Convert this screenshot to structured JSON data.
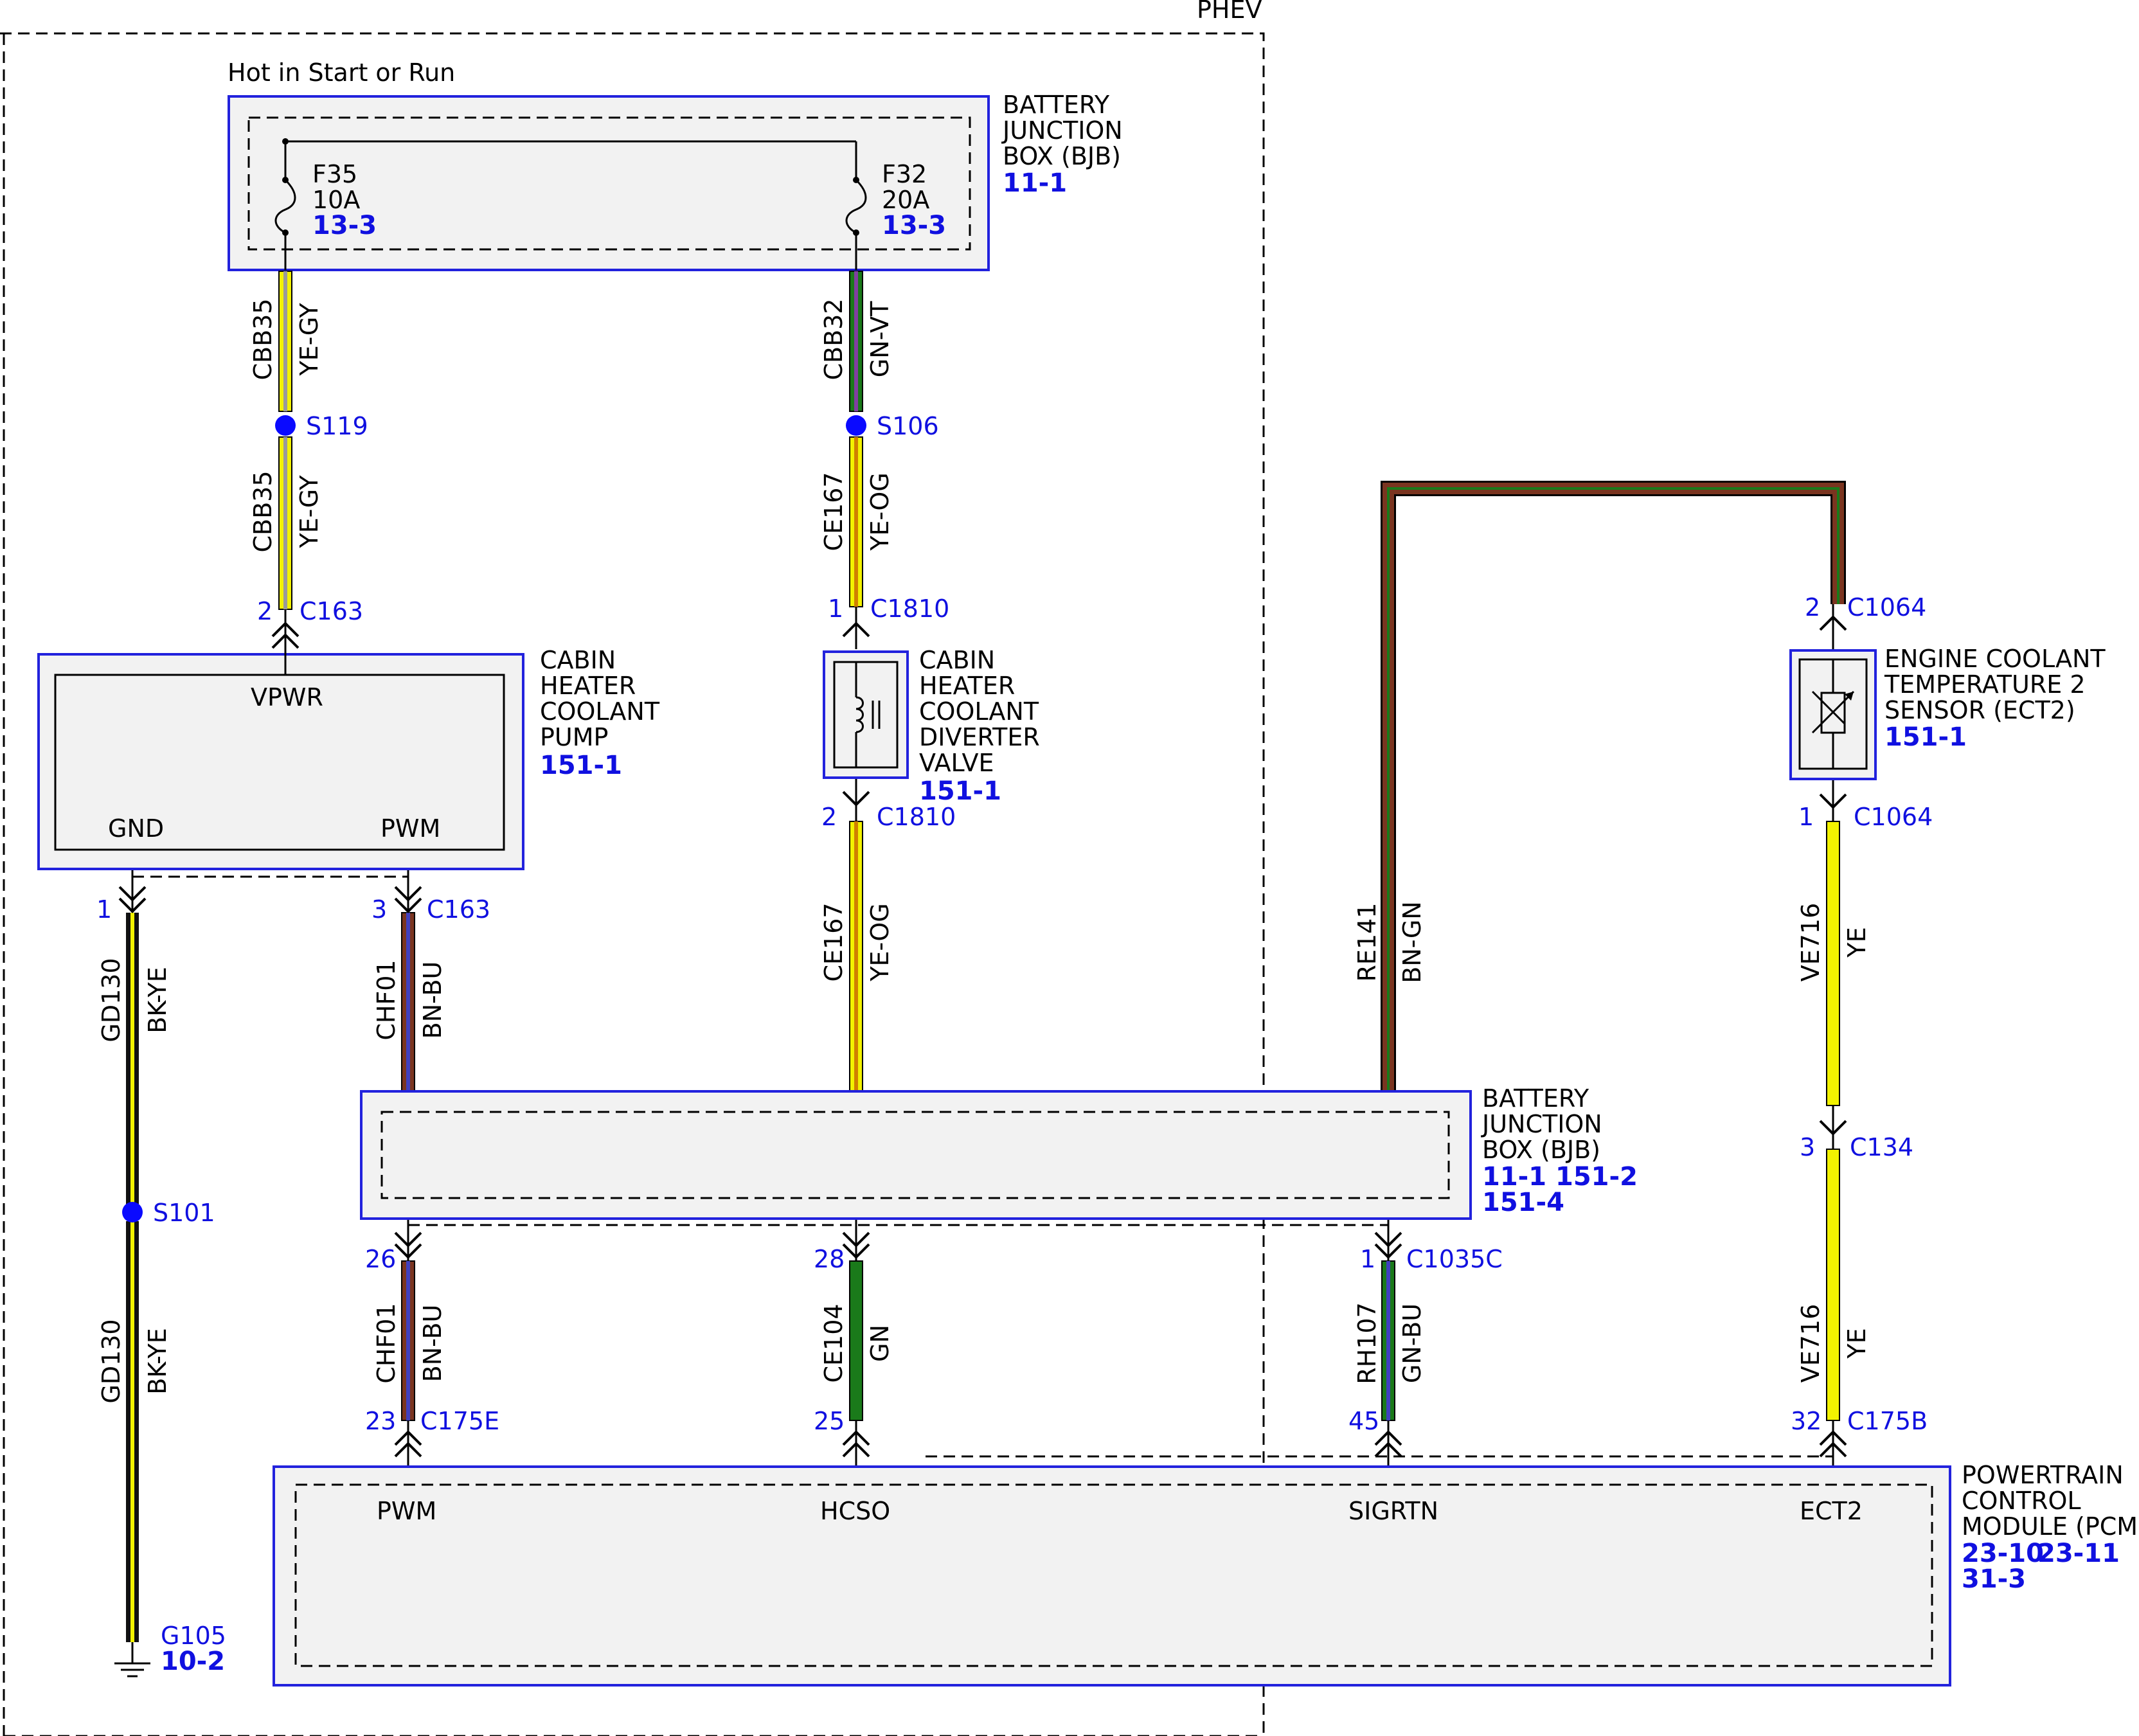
{
  "phev_label": "PHEV",
  "power_source": "Hot in Start or Run",
  "bjb_top": {
    "name_lines": [
      "BATTERY",
      "JUNCTION",
      "BOX (BJB)"
    ],
    "ref": "11-1",
    "fuse_f35": {
      "name": "F35",
      "rating": "10A",
      "ref": "13-3"
    },
    "fuse_f32": {
      "name": "F32",
      "rating": "20A",
      "ref": "13-3"
    }
  },
  "wires": {
    "cbb35_upper": {
      "circuit": "CBB35",
      "color": "YE-GY"
    },
    "cbb35_lower": {
      "circuit": "CBB35",
      "color": "YE-GY"
    },
    "cbb32": {
      "circuit": "CBB32",
      "color": "GN-VT"
    },
    "ce167_upper": {
      "circuit": "CE167",
      "color": "YE-OG"
    },
    "ce167_lower": {
      "circuit": "CE167",
      "color": "YE-OG"
    },
    "gd130_upper": {
      "circuit": "GD130",
      "color": "BK-YE"
    },
    "gd130_lower": {
      "circuit": "GD130",
      "color": "BK-YE"
    },
    "chf01_upper": {
      "circuit": "CHF01",
      "color": "BN-BU"
    },
    "chf01_lower": {
      "circuit": "CHF01",
      "color": "BN-BU"
    },
    "ce104": {
      "circuit": "CE104",
      "color": "GN"
    },
    "re141": {
      "circuit": "RE141",
      "color": "BN-GN"
    },
    "rh107": {
      "circuit": "RH107",
      "color": "GN-BU"
    },
    "ve716_upper": {
      "circuit": "VE716",
      "color": "YE"
    },
    "ve716_lower": {
      "circuit": "VE716",
      "color": "YE"
    }
  },
  "splices": {
    "s119": "S119",
    "s106": "S106",
    "s101": "S101"
  },
  "connectors": {
    "c163_top": {
      "pin": "2",
      "name": "C163"
    },
    "c1810_top": {
      "pin": "1",
      "name": "C1810"
    },
    "c1810_bot": {
      "pin": "2",
      "name": "C1810"
    },
    "c1064_top": {
      "pin": "2",
      "name": "C1064"
    },
    "c1064_bot": {
      "pin": "1",
      "name": "C1064"
    },
    "gnd_pin": {
      "pin": "1"
    },
    "c163_pwm": {
      "pin": "3",
      "name": "C163"
    },
    "c134": {
      "pin": "3",
      "name": "C134"
    },
    "bjb_pwm": {
      "pin": "26"
    },
    "bjb_hcso": {
      "pin": "28"
    },
    "c1035c": {
      "pin": "1",
      "name": "C1035C"
    },
    "c175e": {
      "pin": "23",
      "name": "C175E"
    },
    "pcm_hcso": {
      "pin": "25"
    },
    "pcm_sigrtn": {
      "pin": "45"
    },
    "c175b": {
      "pin": "32",
      "name": "C175B"
    }
  },
  "pump": {
    "name_lines": [
      "CABIN",
      "HEATER",
      "COOLANT",
      "PUMP"
    ],
    "ref": "151-1",
    "pin_vpwr": "VPWR",
    "pin_gnd": "GND",
    "pin_pwm": "PWM"
  },
  "valve": {
    "name_lines": [
      "CABIN",
      "HEATER",
      "COOLANT",
      "DIVERTER",
      "VALVE"
    ],
    "ref": "151-1"
  },
  "ect2": {
    "name_lines": [
      "ENGINE COOLANT",
      "TEMPERATURE 2",
      "SENSOR (ECT2)"
    ],
    "ref": "151-1"
  },
  "bjb_mid": {
    "name_lines": [
      "BATTERY",
      "JUNCTION",
      "BOX (BJB)"
    ],
    "refs": [
      "11-1",
      "151-2",
      "151-4"
    ]
  },
  "pcm": {
    "name_lines": [
      "POWERTRAIN",
      "CONTROL",
      "MODULE (PCM)"
    ],
    "refs": [
      "23-10",
      "23-11",
      "31-3"
    ],
    "pins": [
      "PWM",
      "HCSO",
      "SIGRTN",
      "ECT2"
    ]
  },
  "ground": {
    "name": "G105",
    "ref": "10-2"
  },
  "colors": {
    "box_border": "#2222dd",
    "box_fill": "#f2f2f2",
    "pin_text": "#1010e0",
    "splice": "#0a0aff",
    "yellow": "#f2f200",
    "green": "#1a7a1a",
    "brown": "#7a3520",
    "blue_stripe": "#4040c0",
    "black": "#111111",
    "grey_stripe": "#9a9a9a",
    "violet_stripe": "#8040a0",
    "orange_stripe": "#d08000"
  }
}
